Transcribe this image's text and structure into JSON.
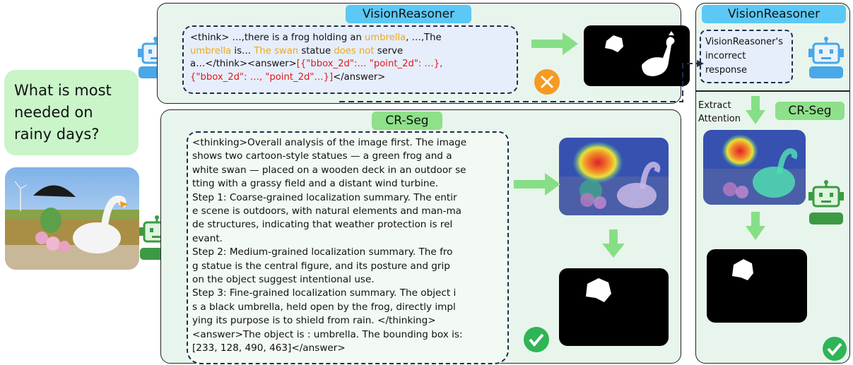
{
  "question": "What is most needed on rainy days?",
  "vr_panel": {
    "title": "VisionReasoner",
    "trace": {
      "p1": "<think> …,there is a frog holding an ",
      "w_umbrella1": "umbrella",
      "p2": ", …,The",
      "w_umbrella2": "umbrella",
      "p3": " is… ",
      "w_swan": "The swan",
      "p4": " statue ",
      "w_doesnot": "does not",
      "p5": " serve",
      "p6": "a…</think><answer>",
      "red1": "[{\"bbox_2d\":… \"point_2d\": …},",
      "red2": "{\"bbox_2d\": …, \"point_2d\"…}]",
      "p7": "</answer>"
    }
  },
  "crseg_panel": {
    "title": "CR-Seg",
    "lines": [
      "<thinking>Overall analysis of the image first. The image",
      "shows two cartoon-style statues — a green frog and a",
      "white swan — placed on a wooden deck in an outdoor se",
      "tting with a grassy field and a distant wind turbine.",
      "Step 1: Coarse-grained localization summary. The entir",
      "e scene is outdoors, with natural elements and man-ma",
      "de structures, indicating that weather protection is rel",
      "evant.",
      "Step 2: Medium-grained localization summary. The fro",
      "g statue is the central figure, and its posture and grip",
      "on the object suggest intentional use.",
      "Step 3: Fine-grained localization summary. The object i",
      "s a black umbrella, held open by the frog, directly impl",
      "ying its purpose is to shield from rain. </thinking>",
      "<answer>The object is : umbrella. The bounding box is:",
      "[233, 128, 490, 463]</answer>"
    ]
  },
  "right_panel": {
    "title": "VisionReasoner",
    "box_text": [
      "VisionReasoner's",
      "incorrect",
      "response"
    ],
    "extract_label": [
      "Extract",
      "Attention"
    ],
    "crseg_title": "CR-Seg"
  },
  "colors": {
    "panel_bg": "#e8f5ec",
    "blue_tag": "#5cc8f5",
    "green_tag": "#8ee08a",
    "arrow_green": "#86df86",
    "error_orange": "#f59a23",
    "check_green": "#2fb457"
  }
}
